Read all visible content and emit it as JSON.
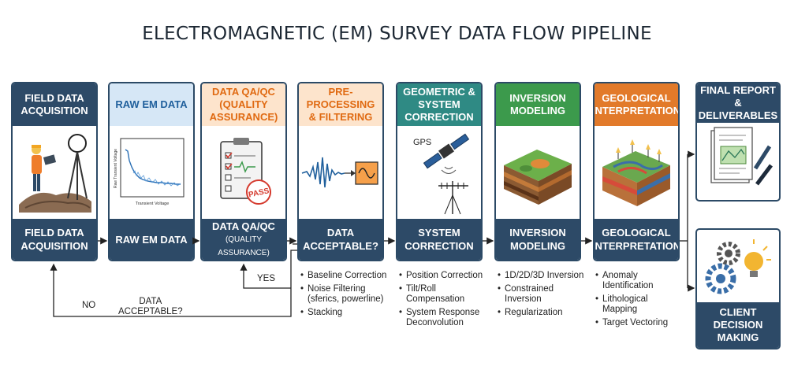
{
  "title": "ELECTROMAGNETIC (EM) SURVEY DATA FLOW PIPELINE",
  "stages": [
    {
      "head": "FIELD DATA ACQUISITION",
      "foot": "FIELD DATA ACQUISITION"
    },
    {
      "head": "RAW EM DATA",
      "foot": "RAW EM DATA",
      "plot_ylabel": "Raw Transient Voltage",
      "plot_xlabel": "Transient Voltage"
    },
    {
      "head": "DATA QA/QC (QUALITY ASSURANCE)",
      "foot_main": "DATA QA/QC",
      "foot_small": "(QUALITY ASSURANCE)",
      "stamp": "PASS"
    },
    {
      "head": "PRE-PROCESSING & FILTERING",
      "foot": "DATA ACCEPTABLE?"
    },
    {
      "head": "GEOMETRIC & SYSTEM CORRECTION",
      "foot": "SYSTEM CORRECTION",
      "gps_label": "GPS"
    },
    {
      "head": "INVERSION MODELING",
      "foot": "INVERSION MODELING"
    },
    {
      "head": "GEOLOGICAL INTERPRETATION",
      "foot": "GEOLOGICAL INTERPRETATION"
    }
  ],
  "final_report": {
    "head": "FINAL REPORT & DELIVERABLES"
  },
  "client_decision": {
    "foot": "CLIENT DECISION MAKING"
  },
  "loop": {
    "no": "NO",
    "question": "DATA\nACCEPTABLE?",
    "yes": "YES"
  },
  "bullets": {
    "preprocessing": [
      "Baseline Correction",
      "Noise Filtering (sferics, powerline)",
      "Stacking"
    ],
    "correction": [
      "Position Correction",
      "Tilt/Roll Compensation",
      "System Response Deconvolution"
    ],
    "inversion": [
      "1D/2D/3D Inversion",
      "Constrained Inversion",
      "Regularization"
    ],
    "interpretation": [
      "Anomaly Identification",
      "Lithological Mapping",
      "Target Vectoring"
    ]
  },
  "colors": {
    "navy": "#2d4a67",
    "blue": "#3a7fc1",
    "orange": "#ef8a2d",
    "teal": "#2f8a84",
    "green": "#3c9a4c"
  }
}
